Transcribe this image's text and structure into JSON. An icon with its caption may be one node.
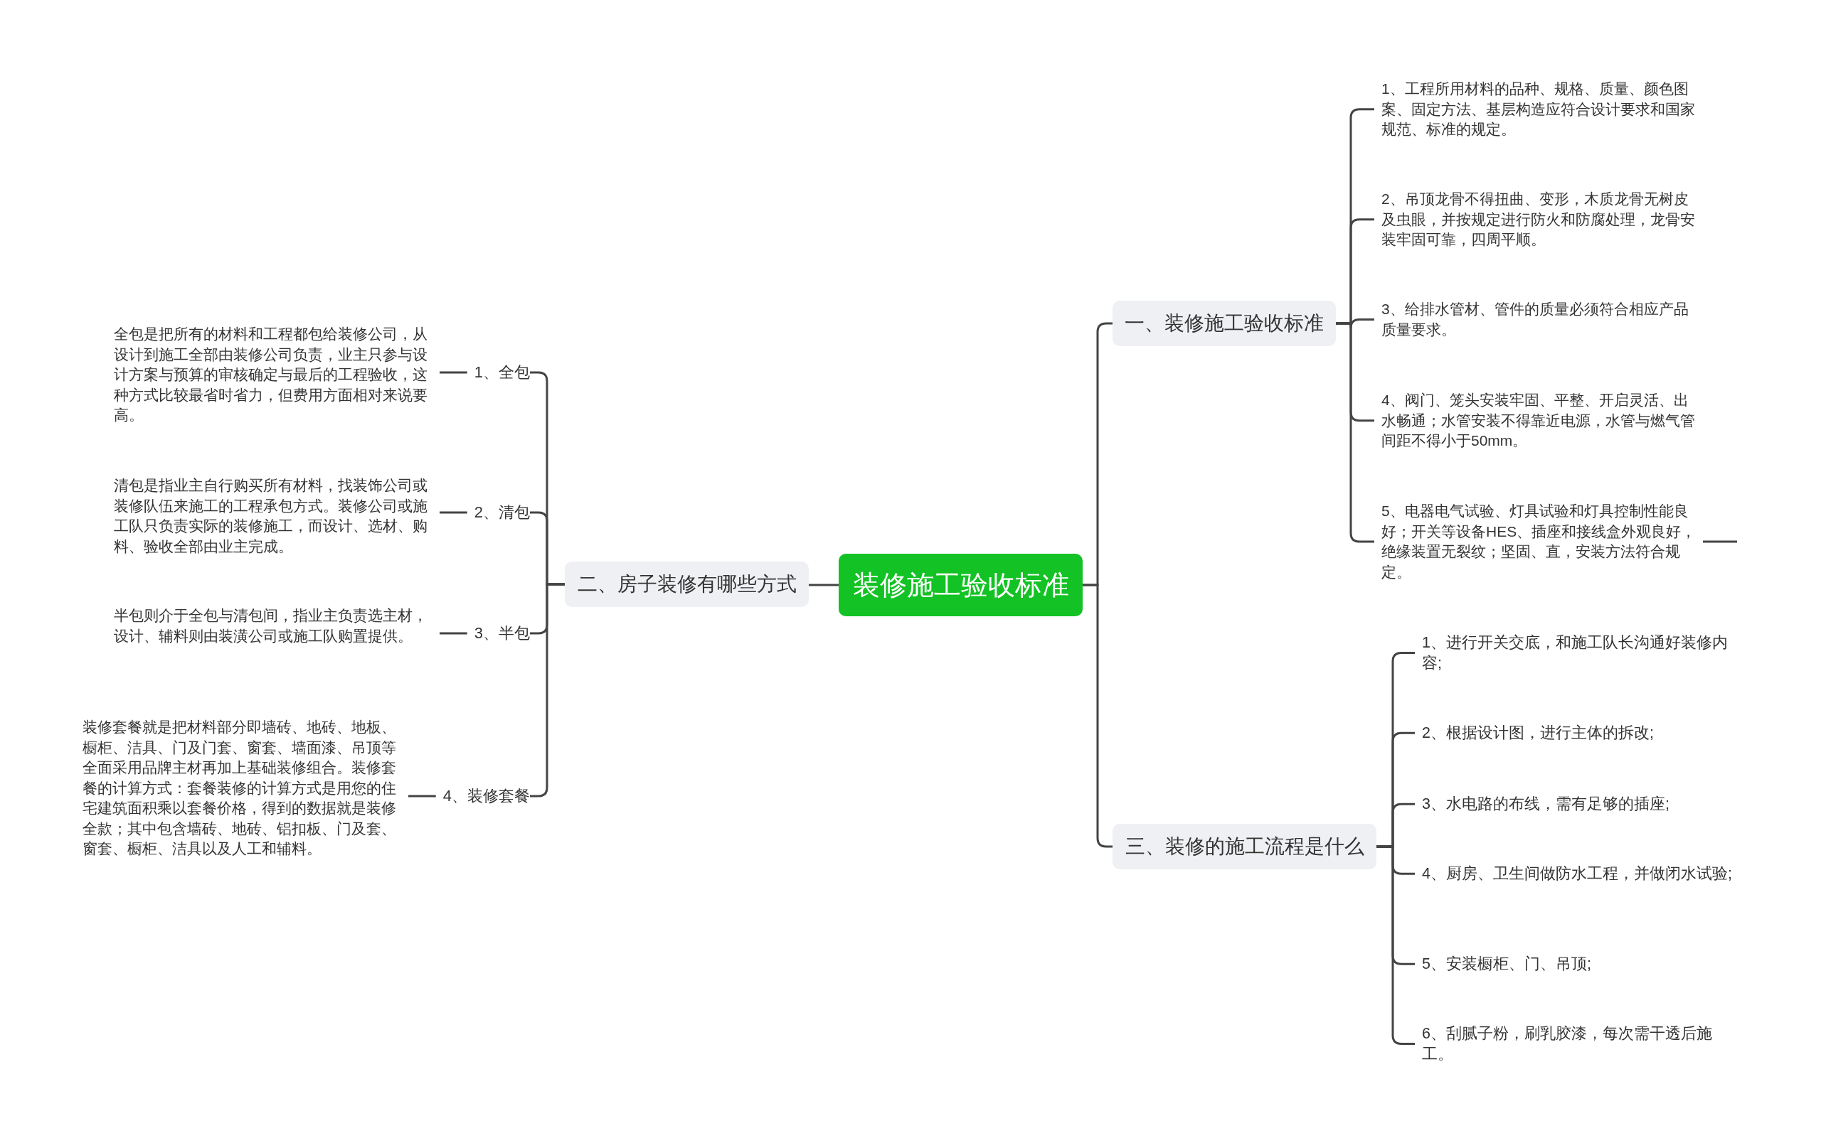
{
  "diagram": {
    "nodes": [
      {
        "text": [
          "装修施工验收标准"
        ]
      },
      {
        "text": [
          "一、装修施工验收标准"
        ]
      },
      {
        "text": [
          "1、工程所用材料的品种、规格、质量、颜色图案、固定方法、基层构造应符合设计要求和国家规范、标准的规定。"
        ]
      },
      {
        "text": [
          "2、吊顶龙骨不得扭曲、变形，木质龙骨无树皮及虫眼，并按规定进行防火和防腐处理，龙骨安装牢固可靠，四周平顺。"
        ]
      },
      {
        "text": [
          "3、给排水管材、管件的质量必须符合相应产品质量要求。"
        ]
      },
      {
        "text": [
          "4、阀门、笼头安装牢固、平整、开启灵活、出水畅通；水管安装不得靠近电源，水管与燃气管间距不得小于50mm。"
        ]
      },
      {
        "text": [
          "5、电器电气试验、灯具试验和灯具控制性能良好；开关等设备HES、插座和接线盒外观良好，绝缘装置无裂纹；坚固、直，安装方法符合规定。"
        ]
      },
      {
        "text": [
          "二、房子装修有哪些方式"
        ]
      },
      {
        "text": [
          "1、全包"
        ]
      },
      {
        "text": [
          "全包是把所有的材料和工程都包给装修公司，从设计到施工全部由装修公司负责，业主只参与设计方案与预算的审核确定与最后的工程验收，这种方式比较最省时省力，但费用方面相对来说要高。"
        ]
      },
      {
        "text": [
          "2、清包"
        ]
      },
      {
        "text": [
          "清包是指业主自行购买所有材料，找装饰公司或装修队伍来施工的工程承包方式。装修公司或施工队只负责实际的装修施工，而设计、选材、购料、验收全部由业主完成。"
        ]
      },
      {
        "text": [
          "3、半包"
        ]
      },
      {
        "text": [
          "半包则介于全包与清包间，指业主负责选主材，设计、辅料则由装潢公司或施工队购置提供。"
        ]
      },
      {
        "text": [
          "4、装修套餐"
        ]
      },
      {
        "text": [
          "装修套餐就是把材料部分即墙砖、地砖、地板、橱柜、洁具、门及门套、窗套、墙面漆、吊顶等全面采用品牌主材再加上基础装修组合。装修套餐的计算方式：套餐装修的计算方式是用您的住宅建筑面积乘以套餐价格，得到的数据就是装修全款；其中包含墙砖、地砖、铝扣板、门及套、窗套、橱柜、洁具以及人工和辅料。"
        ]
      },
      {
        "text": [
          "三、装修的施工流程是什么"
        ]
      },
      {
        "text": [
          "1、进行开关交底，和施工队长沟通好装修内容;"
        ]
      },
      {
        "text": [
          "2、根据设计图，进行主体的拆改;"
        ]
      },
      {
        "text": [
          "3、水电路的布线，需有足够的插座;"
        ]
      },
      {
        "text": [
          "4、厨房、卫生间做防水工程，并做闭水试验;"
        ]
      },
      {
        "text": [
          "5、安装橱柜、门、吊顶;"
        ]
      },
      {
        "text": [
          "6、刮腻子粉，刷乳胶漆，每次需干透后施工。"
        ]
      }
    ],
    "edges": [
      {
        "from": 0,
        "to": 1,
        "arrow": "none"
      },
      {
        "from": 0,
        "to": 7,
        "arrow": "none"
      },
      {
        "from": 0,
        "to": 16,
        "arrow": "none"
      },
      {
        "from": 1,
        "to": 2,
        "arrow": "none"
      },
      {
        "from": 1,
        "to": 3,
        "arrow": "none"
      },
      {
        "from": 1,
        "to": 4,
        "arrow": "none"
      },
      {
        "from": 1,
        "to": 5,
        "arrow": "none"
      },
      {
        "from": 1,
        "to": 6,
        "arrow": "none"
      },
      {
        "from": 6,
        "to": null,
        "arrow": "none"
      },
      {
        "from": 7,
        "to": 8,
        "arrow": "none"
      },
      {
        "from": 8,
        "to": 9,
        "arrow": "none"
      },
      {
        "from": 7,
        "to": 10,
        "arrow": "none"
      },
      {
        "from": 10,
        "to": 11,
        "arrow": "none"
      },
      {
        "from": 7,
        "to": 12,
        "arrow": "none"
      },
      {
        "from": 12,
        "to": 13,
        "arrow": "none"
      },
      {
        "from": 7,
        "to": 14,
        "arrow": "none"
      },
      {
        "from": 14,
        "to": 15,
        "arrow": "none"
      },
      {
        "from": 16,
        "to": 17,
        "arrow": "none"
      },
      {
        "from": 16,
        "to": 18,
        "arrow": "none"
      },
      {
        "from": 16,
        "to": 19,
        "arrow": "none"
      },
      {
        "from": 16,
        "to": 20,
        "arrow": "none"
      },
      {
        "from": 16,
        "to": 21,
        "arrow": "none"
      },
      {
        "from": 16,
        "to": 22,
        "arrow": "none"
      }
    ]
  }
}
